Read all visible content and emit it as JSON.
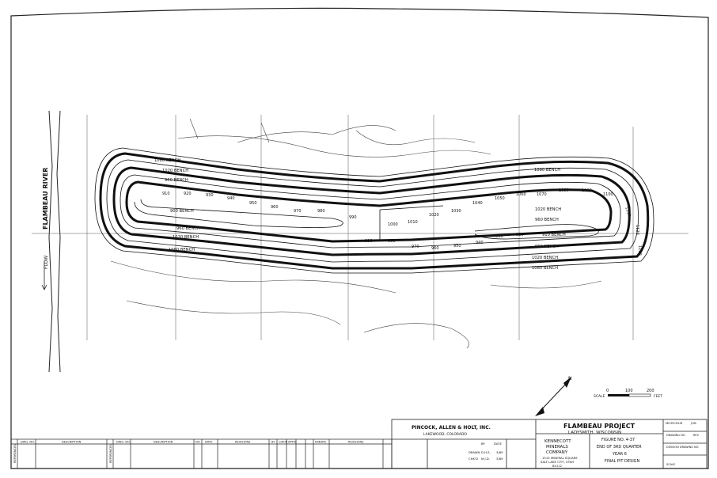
{
  "river": {
    "name": "FLAMBEAU RIVER",
    "flow_label": "FLOW"
  },
  "benches": {
    "west_outer": "1080 BENCH",
    "west_1020": "1020 BENCH",
    "west_960": "960 BENCH",
    "mid_900": "900 BENCH",
    "mid_960": "960 BENCH",
    "mid_1020": "1020 BENCH",
    "mid_1080": "1080 BENCH",
    "east_1080_top": "1080 BENCH",
    "east_1020_top": "1020 BENCH",
    "east_960_top": "960 BENCH",
    "east_910": "910 BENCH",
    "east_960_bot": "960 BENCH",
    "east_1020_bot": "1020 BENCH",
    "east_1080_bot": "1080 BENCH"
  },
  "elevations_west": [
    "910",
    "920",
    "930",
    "940",
    "950",
    "960",
    "970",
    "980",
    "990"
  ],
  "elevations_east_top": [
    "1000",
    "1010",
    "1020",
    "1030",
    "1040",
    "1050",
    "1060",
    "1070",
    "1080",
    "1090",
    "1100",
    "1110",
    "1120",
    "1130"
  ],
  "elevations_east_bot": [
    "990",
    "980",
    "970",
    "960",
    "950",
    "940",
    "930",
    "920"
  ],
  "scale": {
    "ticks": [
      "0",
      "100",
      "200"
    ],
    "label": "SCALE",
    "unit": "FEET"
  },
  "north_label": "N",
  "title_block": {
    "firm": "PINCOCK, ALLEN & HOLT, INC.",
    "firm_city": "LAKEWOOD, COLORADO",
    "project": "FLAMBEAU PROJECT",
    "location": "LADYSMITH, WISCONSIN",
    "company_lines": [
      "KENNECOTT",
      "MINERALS",
      "COMPANY"
    ],
    "company_address": [
      "1515 MINERAL SQUARE",
      "SALT LAKE CITY, UTAH",
      "84112"
    ],
    "figure": "FIGURE NO. 4-37",
    "quarter": "END OF 3RD QUARTER",
    "year": "YEAR 6",
    "design": "FINAL PIT DESIGN",
    "microfilm": "MICROFILM",
    "job": "JOB",
    "drawing_no": "DRAWING NO.",
    "rev": "REV",
    "division_drawing_no": "DIVISION DRAWING NO.",
    "scale": "SCALE",
    "by": "BY",
    "date": "DATE",
    "drawn_label": "DRAWN",
    "drawn_by": "D.H.S.",
    "drawn_date": "3/89",
    "chkd_label": "CHK'D",
    "chkd_by": "M.J.D.",
    "chkd_date": "3/89"
  },
  "revisions": {
    "references": "REFERENCES",
    "dwg_no": "DWG. NO.",
    "description": "DESCRIPTION",
    "no": "NO.",
    "date": "DATE",
    "revisions": "REVISIONS",
    "by": "BY",
    "chkd": "CHK'D",
    "appd": "APP'D"
  }
}
